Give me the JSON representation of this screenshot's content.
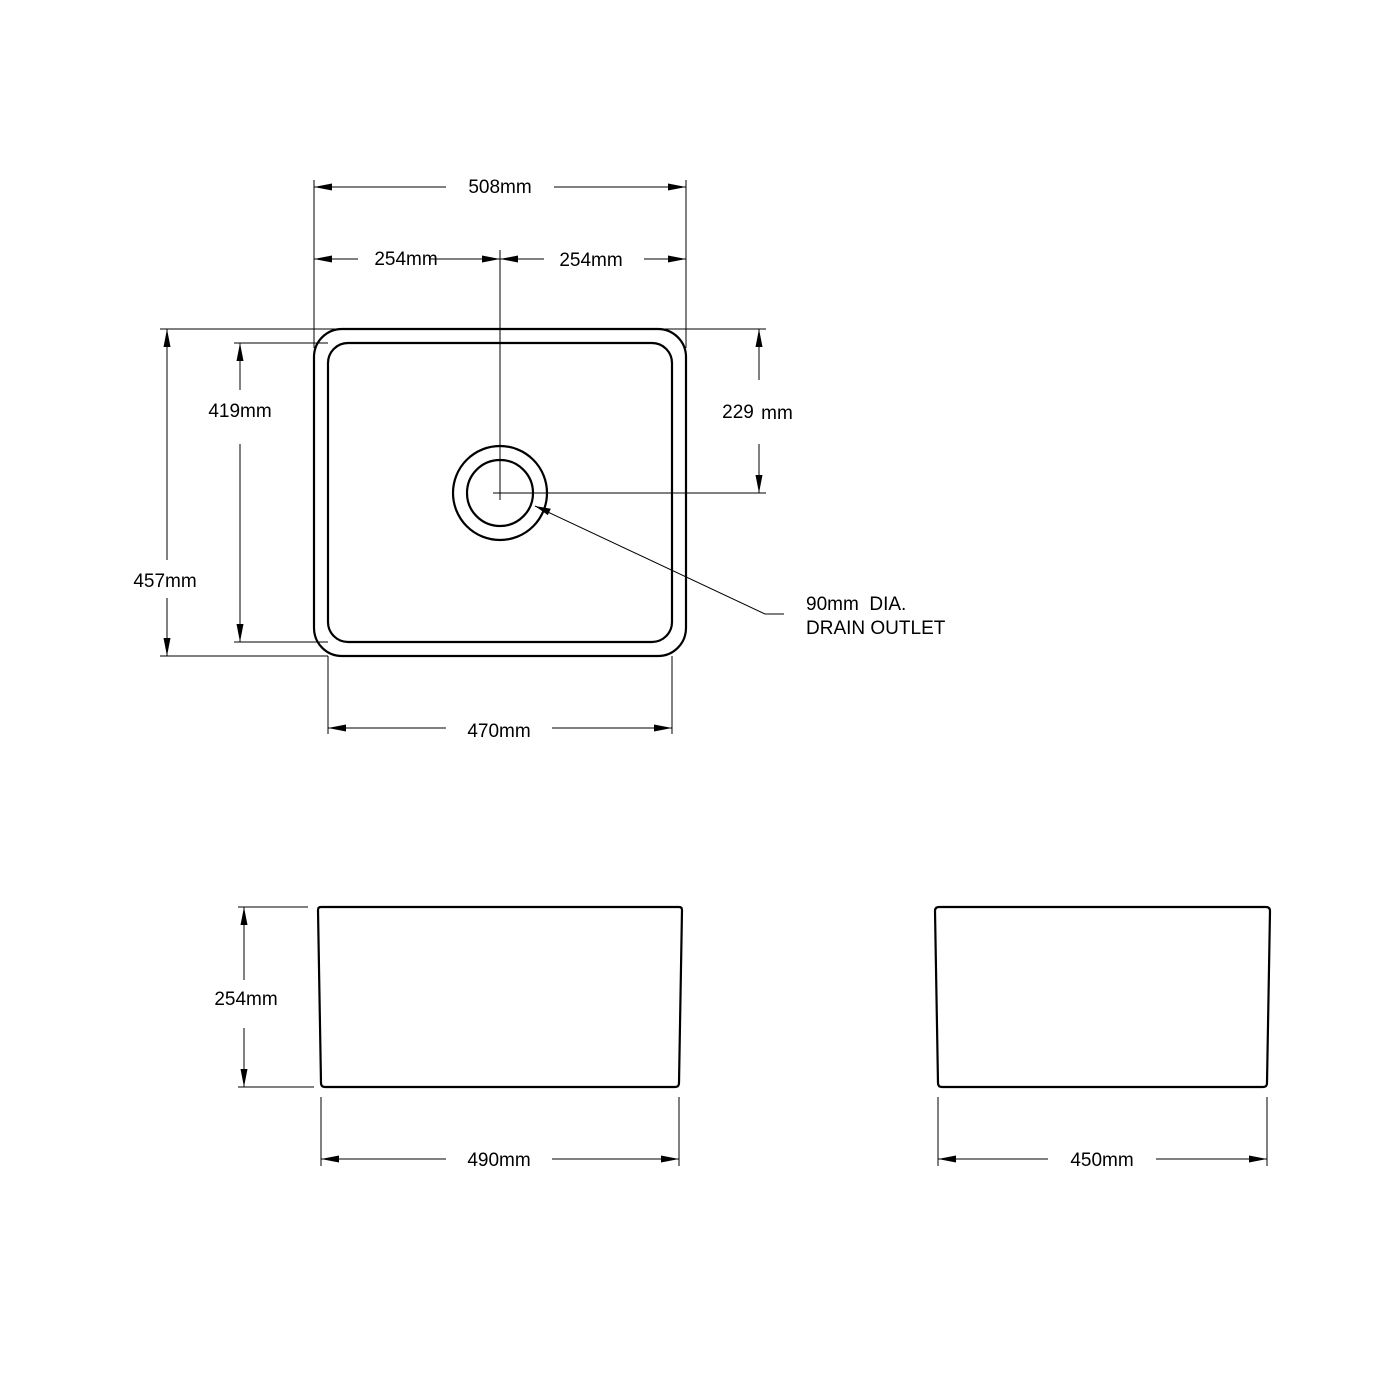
{
  "plan_view": {
    "overall_width": "508mm",
    "left_to_centre": "254mm",
    "centre_to_right": "254mm",
    "overall_depth": "457mm",
    "inner_depth": "419mm",
    "waste_offset_value": "229",
    "waste_offset_unit": "mm",
    "inner_width": "470mm",
    "drain_note_line1": "90mm  DIA.",
    "drain_note_line2": "DRAIN OUTLET"
  },
  "front_view": {
    "height": "254mm",
    "width": "490mm"
  },
  "side_view": {
    "width": "450mm"
  }
}
